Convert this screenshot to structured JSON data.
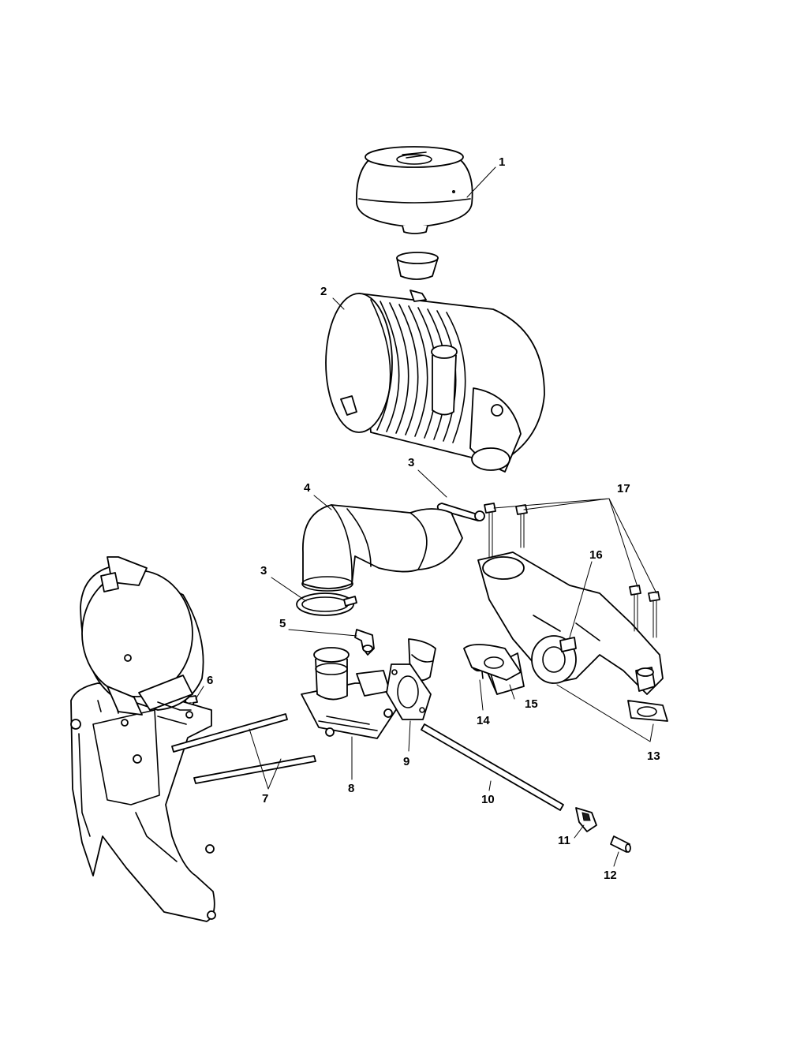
{
  "callouts": [
    {
      "id": "c1",
      "text": "1"
    },
    {
      "id": "c2",
      "text": "2"
    },
    {
      "id": "c3a",
      "text": "3"
    },
    {
      "id": "c3b",
      "text": "3"
    },
    {
      "id": "c4",
      "text": "4"
    },
    {
      "id": "c5",
      "text": "5"
    },
    {
      "id": "c6",
      "text": "6"
    },
    {
      "id": "c7",
      "text": "7"
    },
    {
      "id": "c8",
      "text": "8"
    },
    {
      "id": "c9",
      "text": "9"
    },
    {
      "id": "c10",
      "text": "10"
    },
    {
      "id": "c11",
      "text": "11"
    },
    {
      "id": "c12",
      "text": "12"
    },
    {
      "id": "c13",
      "text": "13"
    },
    {
      "id": "c14",
      "text": "14"
    },
    {
      "id": "c15",
      "text": "15"
    },
    {
      "id": "c16",
      "text": "16"
    },
    {
      "id": "c17",
      "text": "17"
    }
  ]
}
